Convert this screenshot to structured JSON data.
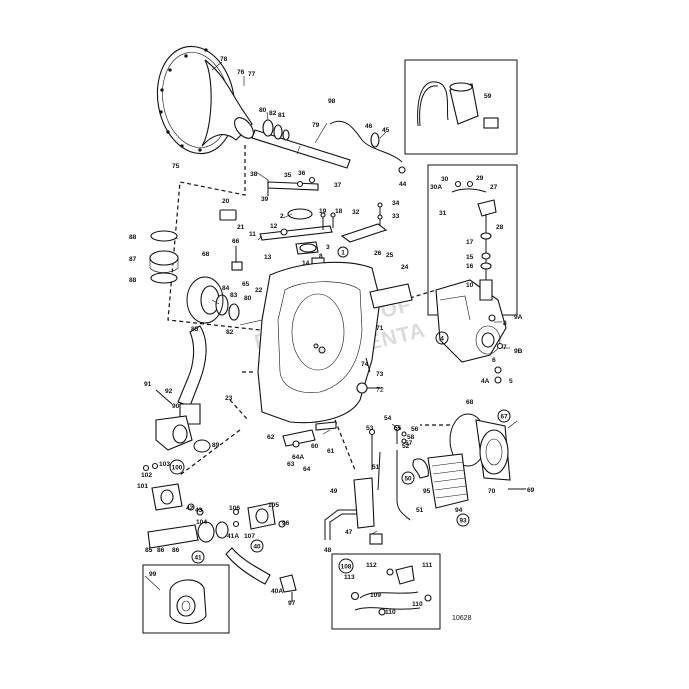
{
  "diagram": {
    "ref_number": "10628",
    "watermark": [
      "PROPERTY OF",
      "VOLVO PENTA"
    ],
    "callouts": [
      {
        "id": "c78",
        "label": "78"
      },
      {
        "id": "c76",
        "label": "76"
      },
      {
        "id": "c77",
        "label": "77"
      },
      {
        "id": "c98",
        "label": "98"
      },
      {
        "id": "c80",
        "label": "80"
      },
      {
        "id": "c82",
        "label": "82"
      },
      {
        "id": "c81",
        "label": "81"
      },
      {
        "id": "c79",
        "label": "79"
      },
      {
        "id": "c46",
        "label": "46"
      },
      {
        "id": "c45",
        "label": "45"
      },
      {
        "id": "c44",
        "label": "44"
      },
      {
        "id": "c75",
        "label": "75"
      },
      {
        "id": "c38",
        "label": "38"
      },
      {
        "id": "c35",
        "label": "35"
      },
      {
        "id": "c36",
        "label": "36"
      },
      {
        "id": "c37",
        "label": "37"
      },
      {
        "id": "c39",
        "label": "39"
      },
      {
        "id": "c20",
        "label": "20"
      },
      {
        "id": "c21",
        "label": "21"
      },
      {
        "id": "c2",
        "label": "2"
      },
      {
        "id": "c19",
        "label": "19"
      },
      {
        "id": "c18",
        "label": "18"
      },
      {
        "id": "c34",
        "label": "34"
      },
      {
        "id": "c33",
        "label": "33"
      },
      {
        "id": "c32",
        "label": "32"
      },
      {
        "id": "c12",
        "label": "12"
      },
      {
        "id": "c11",
        "label": "11"
      },
      {
        "id": "c88a",
        "label": "88"
      },
      {
        "id": "c87",
        "label": "87"
      },
      {
        "id": "c88b",
        "label": "88"
      },
      {
        "id": "c66",
        "label": "66"
      },
      {
        "id": "c13",
        "label": "13"
      },
      {
        "id": "c3",
        "label": "3"
      },
      {
        "id": "c14",
        "label": "14"
      },
      {
        "id": "c8a",
        "label": "8"
      },
      {
        "id": "c26",
        "label": "26"
      },
      {
        "id": "c25",
        "label": "25"
      },
      {
        "id": "c24",
        "label": "24"
      },
      {
        "id": "c68",
        "label": "68"
      },
      {
        "id": "c65",
        "label": "65"
      },
      {
        "id": "c22",
        "label": "22"
      },
      {
        "id": "c84",
        "label": "84"
      },
      {
        "id": "c83",
        "label": "83"
      },
      {
        "id": "c80b",
        "label": "80"
      },
      {
        "id": "c82b",
        "label": "82"
      },
      {
        "id": "c85",
        "label": "85"
      },
      {
        "id": "c9A",
        "label": "9A"
      },
      {
        "id": "c8b",
        "label": "8"
      },
      {
        "id": "c7",
        "label": "7"
      },
      {
        "id": "c9B",
        "label": "9B"
      },
      {
        "id": "c71",
        "label": "71"
      },
      {
        "id": "c74",
        "label": "74"
      },
      {
        "id": "c73",
        "label": "73"
      },
      {
        "id": "c6",
        "label": "6"
      },
      {
        "id": "c4A",
        "label": "4A"
      },
      {
        "id": "c5",
        "label": "5"
      },
      {
        "id": "c72",
        "label": "72"
      },
      {
        "id": "c91",
        "label": "91"
      },
      {
        "id": "c92",
        "label": "92"
      },
      {
        "id": "c90",
        "label": "90"
      },
      {
        "id": "c23",
        "label": "23"
      },
      {
        "id": "c89",
        "label": "89"
      },
      {
        "id": "c62",
        "label": "62"
      },
      {
        "id": "c60",
        "label": "60"
      },
      {
        "id": "c61",
        "label": "61"
      },
      {
        "id": "c63",
        "label": "63"
      },
      {
        "id": "c64A",
        "label": "64A"
      },
      {
        "id": "c64",
        "label": "64"
      },
      {
        "id": "c53",
        "label": "53"
      },
      {
        "id": "c54",
        "label": "54"
      },
      {
        "id": "c55",
        "label": "55"
      },
      {
        "id": "c56",
        "label": "56"
      },
      {
        "id": "c58",
        "label": "58"
      },
      {
        "id": "c57",
        "label": "57"
      },
      {
        "id": "c52",
        "label": "52"
      },
      {
        "id": "c68b",
        "label": "68"
      },
      {
        "id": "c51",
        "label": "51"
      },
      {
        "id": "c70",
        "label": "70"
      },
      {
        "id": "c69",
        "label": "69"
      },
      {
        "id": "c95",
        "label": "95"
      },
      {
        "id": "c94",
        "label": "94"
      },
      {
        "id": "c49",
        "label": "49"
      },
      {
        "id": "c51b",
        "label": "51"
      },
      {
        "id": "c47",
        "label": "47"
      },
      {
        "id": "c48",
        "label": "48"
      },
      {
        "id": "c102",
        "label": "102"
      },
      {
        "id": "c103",
        "label": "103"
      },
      {
        "id": "c101",
        "label": "101"
      },
      {
        "id": "c42",
        "label": "42"
      },
      {
        "id": "c43",
        "label": "43"
      },
      {
        "id": "c106",
        "label": "106"
      },
      {
        "id": "c105",
        "label": "105"
      },
      {
        "id": "c104",
        "label": "104"
      },
      {
        "id": "c96",
        "label": "96"
      },
      {
        "id": "c41A",
        "label": "41A"
      },
      {
        "id": "c107",
        "label": "107"
      },
      {
        "id": "c85b",
        "label": "85"
      },
      {
        "id": "c86a",
        "label": "86"
      },
      {
        "id": "c86b",
        "label": "86"
      },
      {
        "id": "c40A",
        "label": "40A"
      },
      {
        "id": "c97",
        "label": "97"
      },
      {
        "id": "c112",
        "label": "112"
      },
      {
        "id": "c111",
        "label": "111"
      },
      {
        "id": "c113",
        "label": "113"
      },
      {
        "id": "c109",
        "label": "109"
      },
      {
        "id": "c110a",
        "label": "110"
      },
      {
        "id": "c110b",
        "label": "110"
      },
      {
        "id": "c59",
        "label": "59"
      },
      {
        "id": "c30",
        "label": "30"
      },
      {
        "id": "c29",
        "label": "29"
      },
      {
        "id": "c30A",
        "label": "30A"
      },
      {
        "id": "c27",
        "label": "27"
      },
      {
        "id": "c31",
        "label": "31"
      },
      {
        "id": "c28",
        "label": "28"
      },
      {
        "id": "c17",
        "label": "17"
      },
      {
        "id": "c15",
        "label": "15"
      },
      {
        "id": "c16",
        "label": "16"
      },
      {
        "id": "c10",
        "label": "10"
      }
    ],
    "circled_callouts": [
      {
        "id": "r1",
        "label": "1"
      },
      {
        "id": "r4",
        "label": "4"
      },
      {
        "id": "r67",
        "label": "67"
      },
      {
        "id": "r93",
        "label": "93"
      },
      {
        "id": "r50",
        "label": "50"
      },
      {
        "id": "r100",
        "label": "100"
      },
      {
        "id": "r41",
        "label": "41"
      },
      {
        "id": "r40",
        "label": "40"
      },
      {
        "id": "r108",
        "label": "108"
      }
    ],
    "inset_labels": {
      "box_99": "99"
    }
  }
}
